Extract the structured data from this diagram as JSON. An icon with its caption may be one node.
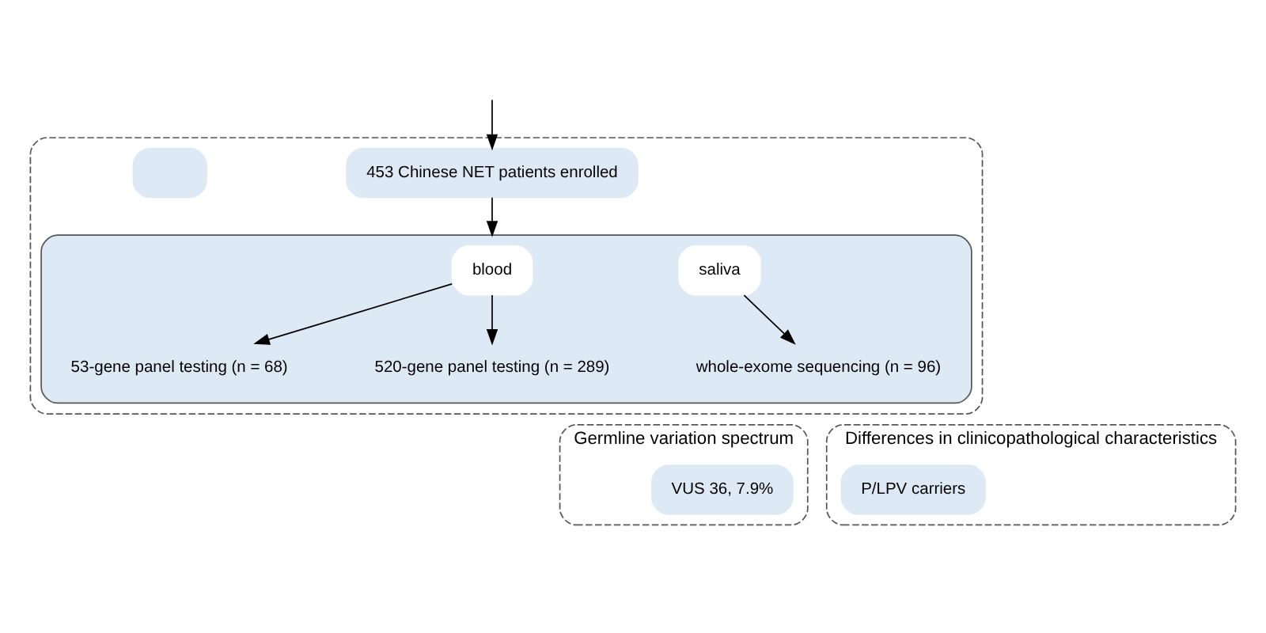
{
  "diagram": {
    "nodes": [
      {
        "text": [],
        "shape": "box"
      },
      {
        "text": [
          "453 Chinese NET patients enrolled"
        ],
        "in": 0
      },
      {
        "text": [],
        "shape": "box",
        "in": 0
      },
      {
        "text": [],
        "shape": "box",
        "in": 0
      },
      {
        "text": [
          "blood"
        ],
        "in": 3
      },
      {
        "text": [
          "saliva"
        ],
        "in": 3
      },
      {
        "text": [
          "53-gene panel testing (n = 68)"
        ],
        "in": 3
      },
      {
        "text": [
          "520-gene panel testing (n = 289)"
        ],
        "in": 3
      },
      {
        "text": [
          "whole-exome sequencing (n = 96)"
        ],
        "in": 3
      },
      {
        "text": [
          "Germline variation spectrum"
        ]
      },
      {
        "text": [
          "VUS 36, 7.9%"
        ],
        "in": 9
      },
      {
        "text": [
          "Differences in clinicopathological characteristics"
        ]
      },
      {
        "text": [
          "P/LPV carriers"
        ],
        "in": 11
      }
    ],
    "edges": [
      {
        "from": null,
        "to": 1,
        "arrow": "to"
      },
      {
        "from": 1,
        "to": 3,
        "arrow": "to"
      },
      {
        "from": 4,
        "to": 6,
        "arrow": "to"
      },
      {
        "from": 4,
        "to": 7,
        "arrow": "to"
      },
      {
        "from": 5,
        "to": 8,
        "arrow": "to"
      }
    ]
  }
}
